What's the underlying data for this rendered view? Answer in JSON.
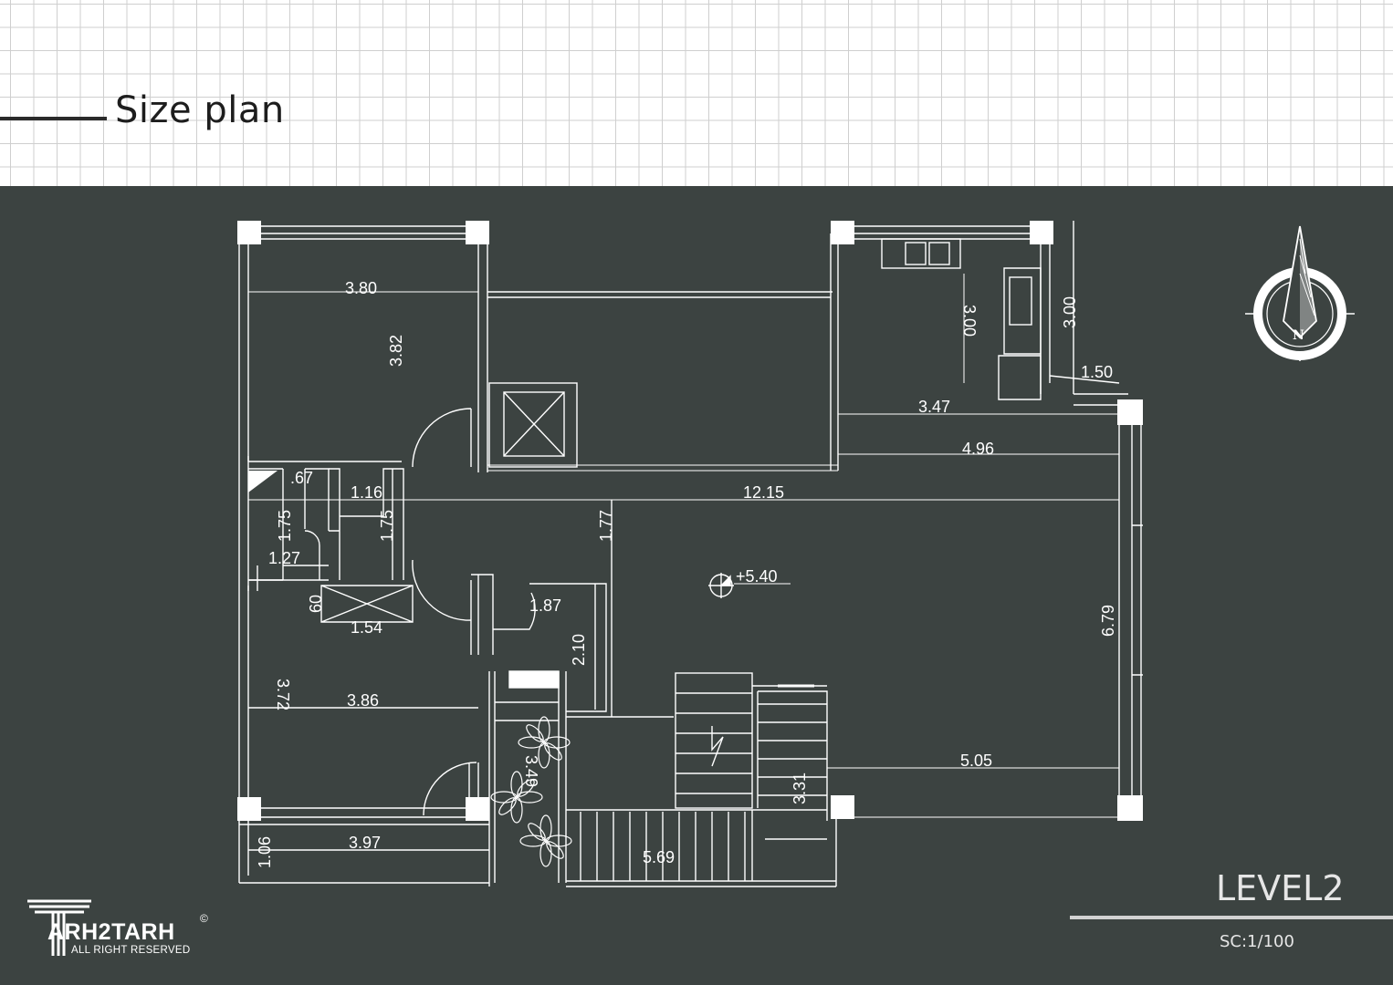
{
  "header": {
    "title": "Size plan"
  },
  "plan": {
    "dimensions": [
      {
        "id": "bedroom1-width",
        "text": "3.80"
      },
      {
        "id": "bedroom1-depth",
        "text": "3.82"
      },
      {
        "id": "kitchen-depth-inner",
        "text": "3.00"
      },
      {
        "id": "kitchen-depth-outer",
        "text": "3.00"
      },
      {
        "id": "balcony-step",
        "text": "1.50"
      },
      {
        "id": "kitchen-width",
        "text": "3.47"
      },
      {
        "id": "living-top-width",
        "text": "4.96"
      },
      {
        "id": "wc-width",
        "text": ".67"
      },
      {
        "id": "hall-width",
        "text": "1.16"
      },
      {
        "id": "overall-width",
        "text": "12.15"
      },
      {
        "id": "wc-depth",
        "text": "1.75"
      },
      {
        "id": "bath-depth",
        "text": "1.75"
      },
      {
        "id": "corridor-depth",
        "text": "1.77"
      },
      {
        "id": "wc-door",
        "text": "1.27"
      },
      {
        "id": "level-mark",
        "text": "+5.40"
      },
      {
        "id": "shaft-depth",
        "text": "60"
      },
      {
        "id": "storage-width",
        "text": "1.87"
      },
      {
        "id": "living-depth",
        "text": "6.79"
      },
      {
        "id": "shaft-width",
        "text": "1.54"
      },
      {
        "id": "storage-depth",
        "text": "2.10"
      },
      {
        "id": "bedroom2-depth",
        "text": "3.72"
      },
      {
        "id": "bedroom2-width",
        "text": "3.86"
      },
      {
        "id": "living-bottom-width",
        "text": "5.05"
      },
      {
        "id": "stair-depth",
        "text": "3.49"
      },
      {
        "id": "stair2-depth",
        "text": "3.31"
      },
      {
        "id": "balcony-depth",
        "text": "1.06"
      },
      {
        "id": "balcony-width",
        "text": "3.97"
      },
      {
        "id": "stair-run",
        "text": "5.69"
      }
    ],
    "compass_letter": "N"
  },
  "footer": {
    "level": "LEVEL2",
    "scale": "SC:1/100",
    "brand": "ARH2TARH",
    "copyright": "©",
    "rights": "ALL RIGHT RESERVED"
  },
  "colors": {
    "board": "#3c4341",
    "lines": "#ffffff",
    "grid": "#cfcfcf"
  }
}
